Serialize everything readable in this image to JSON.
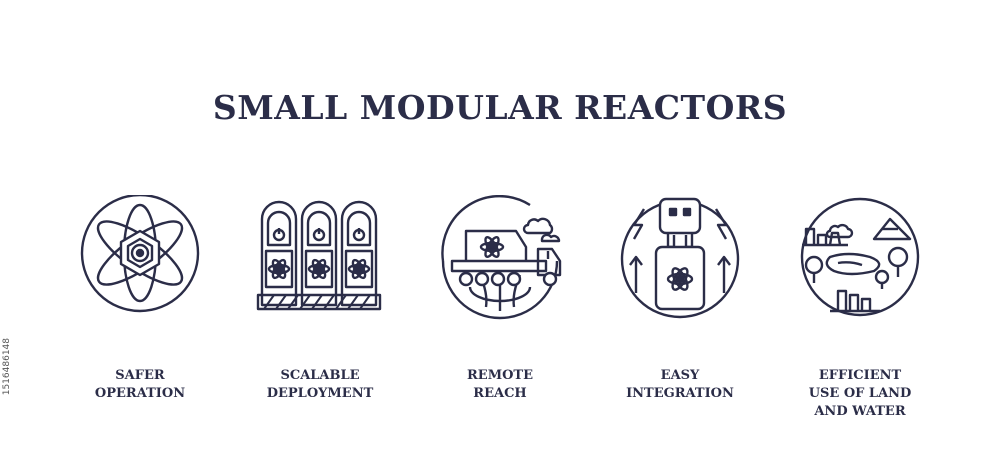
{
  "title": "SMALL MODULAR REACTORS",
  "items": [
    {
      "icon": "atom-icon",
      "label_lines": [
        "SAFER",
        "OPERATION"
      ]
    },
    {
      "icon": "modular-units-icon",
      "label_lines": [
        "SCALABLE",
        "DEPLOYMENT"
      ]
    },
    {
      "icon": "truck-globe-icon",
      "label_lines": [
        "REMOTE",
        "REACH"
      ]
    },
    {
      "icon": "power-plug-icon",
      "label_lines": [
        "EASY",
        "INTEGRATION"
      ]
    },
    {
      "icon": "landscape-icon",
      "label_lines": [
        "EFFICIENT",
        "USE OF LAND",
        "AND WATER"
      ]
    }
  ],
  "watermark": "1516486148",
  "colors": {
    "ink": "#2b2d48",
    "background": "#ffffff"
  }
}
